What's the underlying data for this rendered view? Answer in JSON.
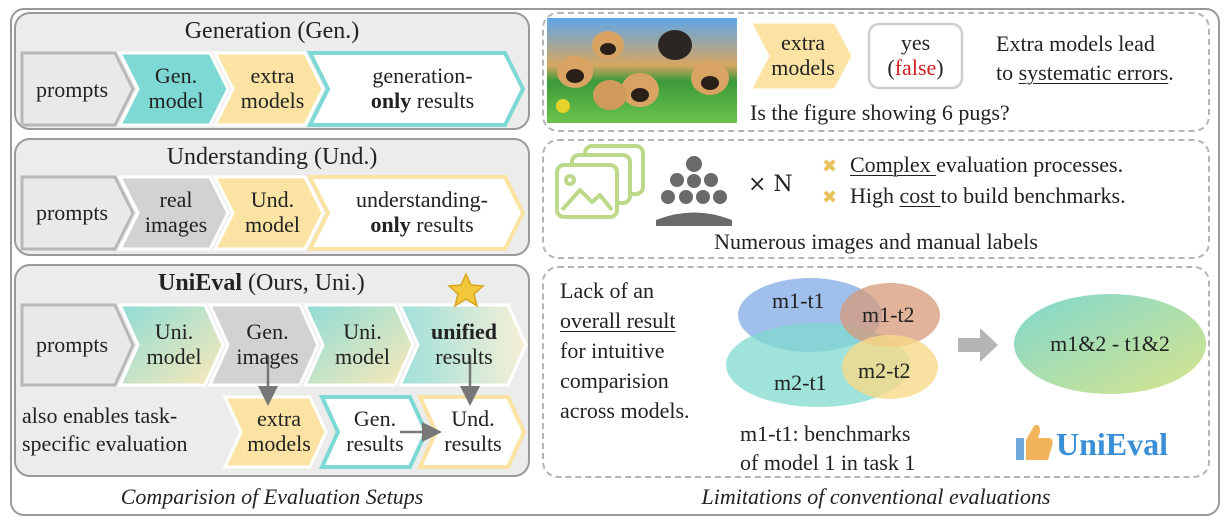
{
  "left": {
    "caption": "Comparision of Evaluation Setups",
    "gen": {
      "title": "Generation (Gen.)",
      "steps": [
        {
          "l1": "prompts",
          "l2": ""
        },
        {
          "l1": "Gen.",
          "l2": "model"
        },
        {
          "l1": "extra",
          "l2": "models"
        },
        {
          "l1": "generation-",
          "l2a": "only",
          "l2b": " results"
        }
      ]
    },
    "und": {
      "title": "Understanding (Und.)",
      "steps": [
        {
          "l1": "prompts",
          "l2": ""
        },
        {
          "l1": "real",
          "l2": "images"
        },
        {
          "l1": "Und.",
          "l2": "model"
        },
        {
          "l1": "understanding-",
          "l2a": "only",
          "l2b": " results"
        }
      ]
    },
    "uni": {
      "title_bold": "UniEval",
      "title_rest": " (Ours, Uni.)",
      "steps": [
        {
          "l1": "prompts",
          "l2": ""
        },
        {
          "l1": "Uni.",
          "l2": "model"
        },
        {
          "l1": "Gen.",
          "l2": "images"
        },
        {
          "l1": "Uni.",
          "l2": "model"
        },
        {
          "l1": "unified",
          "l2": "results"
        }
      ],
      "note_l1": "also enables task-",
      "note_l2": "specific evaluation",
      "sub_steps": [
        {
          "l1": "extra",
          "l2": "models"
        },
        {
          "l1": "Gen.",
          "l2": "results"
        },
        {
          "l1": "Und.",
          "l2": "results"
        }
      ]
    }
  },
  "right": {
    "caption": "Limitations of conventional evaluations",
    "top": {
      "chev_l1": "extra",
      "chev_l2": "models",
      "answer_l1": "yes",
      "answer_l2": "(false)",
      "note_l1": "Extra models lead",
      "note_l2_pre": "to ",
      "note_l2_u": "systematic errors",
      "note_l2_post": ".",
      "question": "Is the figure showing 6 pugs?"
    },
    "mid": {
      "times": "× N",
      "bullet1_u": "Complex ",
      "bullet1_rest": "evaluation processes.",
      "bullet2_pre": "High ",
      "bullet2_u": "cost ",
      "bullet2_rest": "to build benchmarks.",
      "caption": "Numerous images and manual labels"
    },
    "bot": {
      "lack": [
        "Lack of an",
        "overall result",
        "for intuitive",
        "comparision",
        "across models."
      ],
      "m1t1": "m1-t1",
      "m1t2": "m1-t2",
      "m2t1": "m2-t1",
      "m2t2": "m2-t2",
      "merged": "m1&2 - t1&2",
      "legend_l1": "m1-t1: benchmarks",
      "legend_l2": "of model 1 in task 1",
      "logo": "UniEval"
    }
  },
  "colors": {
    "teal": "#7ed8d4",
    "yellow": "#fbe3a3",
    "gray": "#d2d2d2",
    "red": "#d21f1f",
    "logo_blue": "#3a8fd6"
  }
}
